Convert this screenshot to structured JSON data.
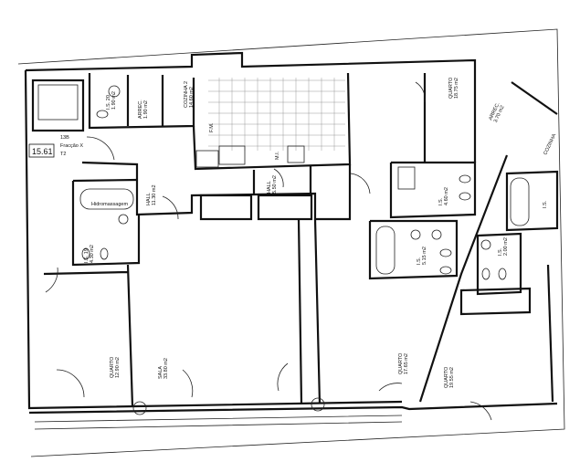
{
  "unit": {
    "block": "13B",
    "fraction": "Fracção X",
    "type": "T2",
    "area_tag": "15.61"
  },
  "rooms": [
    {
      "name": "I.S. 20",
      "area": "1.90 m2"
    },
    {
      "name": "ARREC.",
      "area": "1.90 m2"
    },
    {
      "name": "COZINHA 2",
      "area": "14.60 m2"
    },
    {
      "name": "HALL",
      "area": "11.30 m2"
    },
    {
      "name": "HALL",
      "area": "5.50 m2"
    },
    {
      "name": "I.S. 19",
      "area": "4.30 m2"
    },
    {
      "name": "QUARTO",
      "area": "12.90 m2"
    },
    {
      "name": "SALA",
      "area": "33.80 m2"
    },
    {
      "name": "QUARTO",
      "area": "17.65 m2"
    },
    {
      "name": "QUARTO",
      "area": "19.55 m2"
    },
    {
      "name": "QUARTO",
      "area": "18.75 m2"
    },
    {
      "name": "ARREC.",
      "area": "3.70 m2"
    },
    {
      "name": "I.S.",
      "area": "4.60 m2"
    },
    {
      "name": "I.S.",
      "area": "5.15 m2"
    },
    {
      "name": "I.S.",
      "area": "2.00 m2"
    },
    {
      "name": "COZINHA",
      "area": ""
    },
    {
      "name": "I.S.",
      "area": ""
    }
  ],
  "fixture_label": "Hidromassagem",
  "kitchen_labels": [
    "F.M.",
    "M.I."
  ]
}
